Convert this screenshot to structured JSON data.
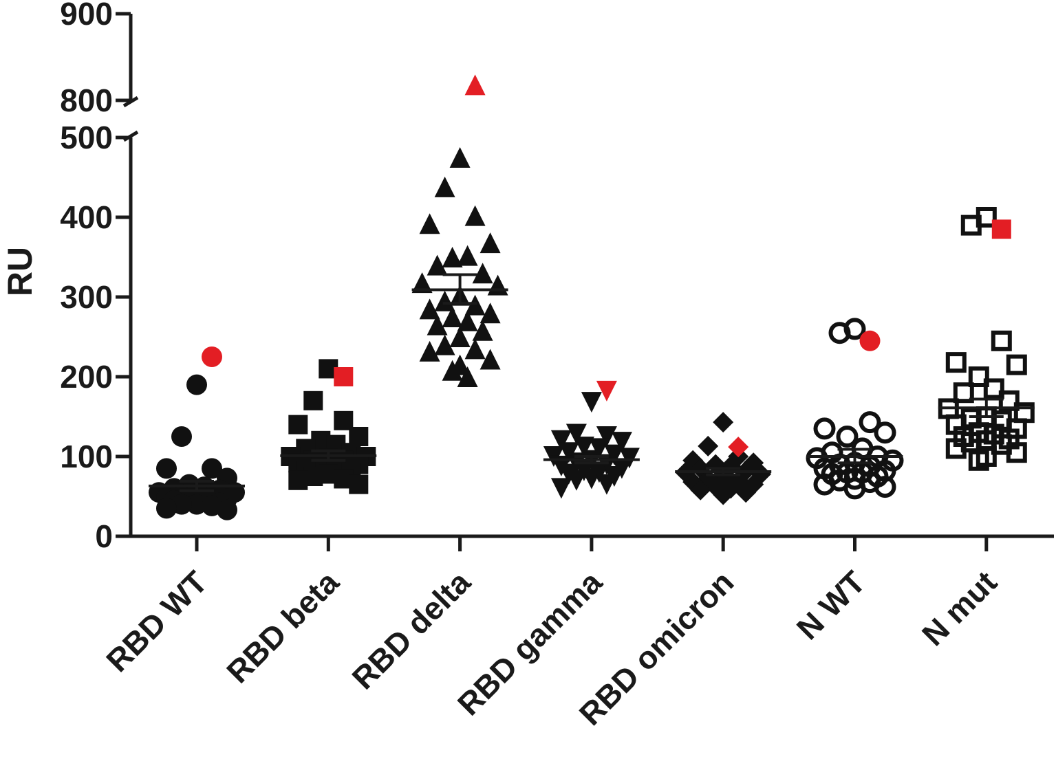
{
  "chart_data": {
    "type": "scatter",
    "ylabel": "RU",
    "xlabel": "",
    "y_scale": "broken",
    "y_segments": [
      {
        "range": [
          0,
          500
        ],
        "ticks": [
          0,
          100,
          200,
          300,
          400,
          500
        ]
      },
      {
        "range": [
          800,
          900
        ],
        "ticks": [
          800,
          900
        ]
      }
    ],
    "tick_labels": [
      "0",
      "100",
      "200",
      "300",
      "400",
      "500",
      "800",
      "900"
    ],
    "highlight_color": "#e31e24",
    "point_color": "#111111",
    "categories": [
      "RBD WT",
      "RBD beta",
      "RBD delta",
      "RBD gamma",
      "RBD omicron",
      "N WT",
      "N mut"
    ],
    "series": [
      {
        "category": "RBD WT",
        "marker": "circle",
        "filled": true,
        "mean": 63,
        "sem_low": 57,
        "sem_high": 69,
        "highlight": 225,
        "values": [
          190,
          125,
          85,
          85,
          73,
          65,
          62,
          60,
          58,
          55,
          55,
          52,
          50,
          50,
          48,
          47,
          45,
          45,
          45,
          42,
          40,
          40,
          38,
          35,
          33
        ]
      },
      {
        "category": "RBD beta",
        "marker": "square",
        "filled": true,
        "mean": 101,
        "sem_low": 95,
        "sem_high": 107,
        "highlight": 200,
        "values": [
          210,
          170,
          145,
          140,
          125,
          120,
          115,
          110,
          105,
          100,
          100,
          98,
          95,
          95,
          92,
          90,
          88,
          85,
          82,
          80,
          78,
          75,
          72,
          70,
          65
        ]
      },
      {
        "category": "RBD delta",
        "marker": "triangle-up",
        "filled": true,
        "mean": 309,
        "sem_low": 292,
        "sem_high": 328,
        "highlight": 818,
        "values": [
          475,
          438,
          402,
          392,
          368,
          350,
          352,
          340,
          330,
          318,
          315,
          302,
          295,
          290,
          285,
          280,
          275,
          270,
          265,
          258,
          250,
          240,
          235,
          232,
          222,
          215,
          208,
          200
        ]
      },
      {
        "category": "RBD gamma",
        "marker": "triangle-down",
        "filled": true,
        "mean": 96,
        "sem_low": 92,
        "sem_high": 100,
        "highlight": 182,
        "values": [
          168,
          128,
          125,
          120,
          118,
          112,
          110,
          105,
          102,
          100,
          98,
          95,
          92,
          90,
          88,
          85,
          82,
          80,
          78,
          75,
          72,
          70,
          65,
          60
        ]
      },
      {
        "category": "RBD omicron",
        "marker": "diamond",
        "filled": true,
        "mean": 81,
        "sem_low": 77,
        "sem_high": 85,
        "highlight": 112,
        "values": [
          143,
          113,
          100,
          95,
          92,
          90,
          88,
          85,
          82,
          80,
          78,
          75,
          72,
          70,
          68,
          65,
          62,
          60,
          58,
          55,
          52
        ]
      },
      {
        "category": "N WT",
        "marker": "circle",
        "filled": false,
        "mean": 100,
        "sem_low": 92,
        "sem_high": 109,
        "highlight": 245,
        "values": [
          260,
          255,
          143,
          135,
          130,
          125,
          110,
          105,
          100,
          98,
          95,
          92,
          90,
          88,
          85,
          82,
          80,
          80,
          78,
          75,
          72,
          70,
          68,
          65,
          62,
          60
        ]
      },
      {
        "category": "N mut",
        "marker": "square",
        "filled": false,
        "mean": 161,
        "sem_low": 150,
        "sem_high": 172,
        "highlight": 385,
        "values": [
          400,
          390,
          245,
          218,
          215,
          200,
          185,
          180,
          170,
          160,
          155,
          150,
          148,
          145,
          140,
          135,
          130,
          128,
          125,
          122,
          120,
          118,
          115,
          110,
          105,
          100,
          95
        ]
      }
    ]
  }
}
